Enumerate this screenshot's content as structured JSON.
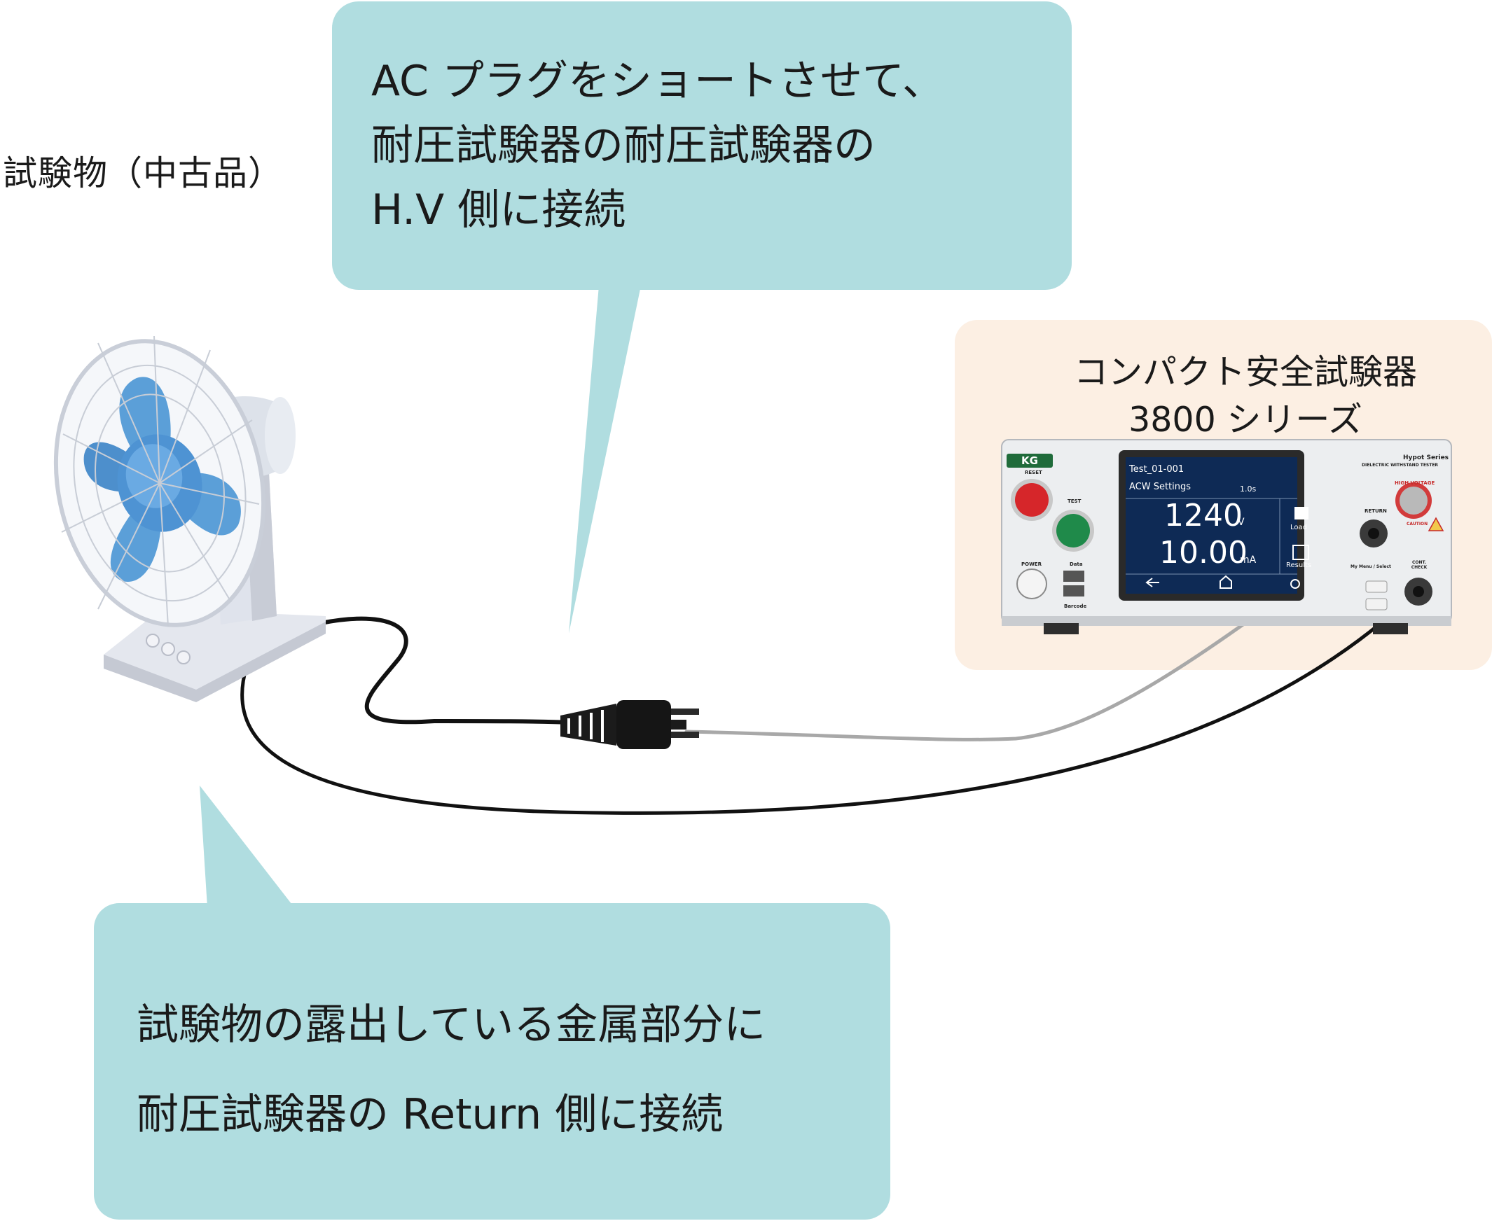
{
  "dut_label": "試験物（中古品）",
  "callout_top": {
    "lines": [
      "AC プラグをショートさせて、",
      "耐圧試験器の耐圧試験器の",
      "H.V 側に接続"
    ]
  },
  "callout_bottom": {
    "lines": [
      "試験物の露出している金属部分に",
      "耐圧試験器の Return 側に接続"
    ]
  },
  "tester": {
    "title_lines": [
      "コンパクト安全試験器",
      "3800 シリーズ"
    ],
    "brand": "KG",
    "series": "Hypot Series",
    "series_sub": "DIELECTRIC WITHSTAND TESTER",
    "buttons": {
      "reset": "RESET",
      "test": "TEST",
      "power": "POWER",
      "data": "Data",
      "barcode": "Barcode",
      "return": "RETURN",
      "high_voltage": "HIGH VOLTAGE",
      "caution": "CAUTION",
      "my_menu": "My Menu / Select",
      "cont_check": "CONT. CHECK"
    },
    "screen": {
      "test_name": "Test_01-001",
      "mode": "ACW Settings",
      "time": "1.0s",
      "voltage": "1240",
      "voltage_unit": "V",
      "current": "10.00",
      "current_unit": "mA",
      "load": "Load",
      "results": "Results"
    }
  },
  "colors": {
    "callout": "#b0dde0",
    "tester_bg": "#fcefe3",
    "fan_blue": "#5b9fd8",
    "cable_black": "#111111",
    "cable_grey": "#a8a8a8"
  }
}
